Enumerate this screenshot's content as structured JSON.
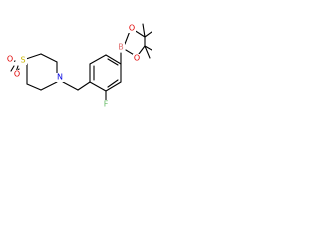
{
  "atoms": {
    "sulfur": {
      "symbol": "S",
      "color": "#c8b400"
    },
    "oxygen_sulfonyl_top": {
      "symbol": "O",
      "color": "#e00000"
    },
    "oxygen_sulfonyl_bottom": {
      "symbol": "O",
      "color": "#e00000"
    },
    "nitrogen": {
      "symbol": "N",
      "color": "#0000e0"
    },
    "fluorine": {
      "symbol": "F",
      "color": "#66bb66"
    },
    "boron": {
      "symbol": "B",
      "color": "#e07070"
    },
    "oxygen_boronate_upper": {
      "symbol": "O",
      "color": "#e00000"
    },
    "oxygen_boronate_lower": {
      "symbol": "O",
      "color": "#e00000"
    }
  }
}
